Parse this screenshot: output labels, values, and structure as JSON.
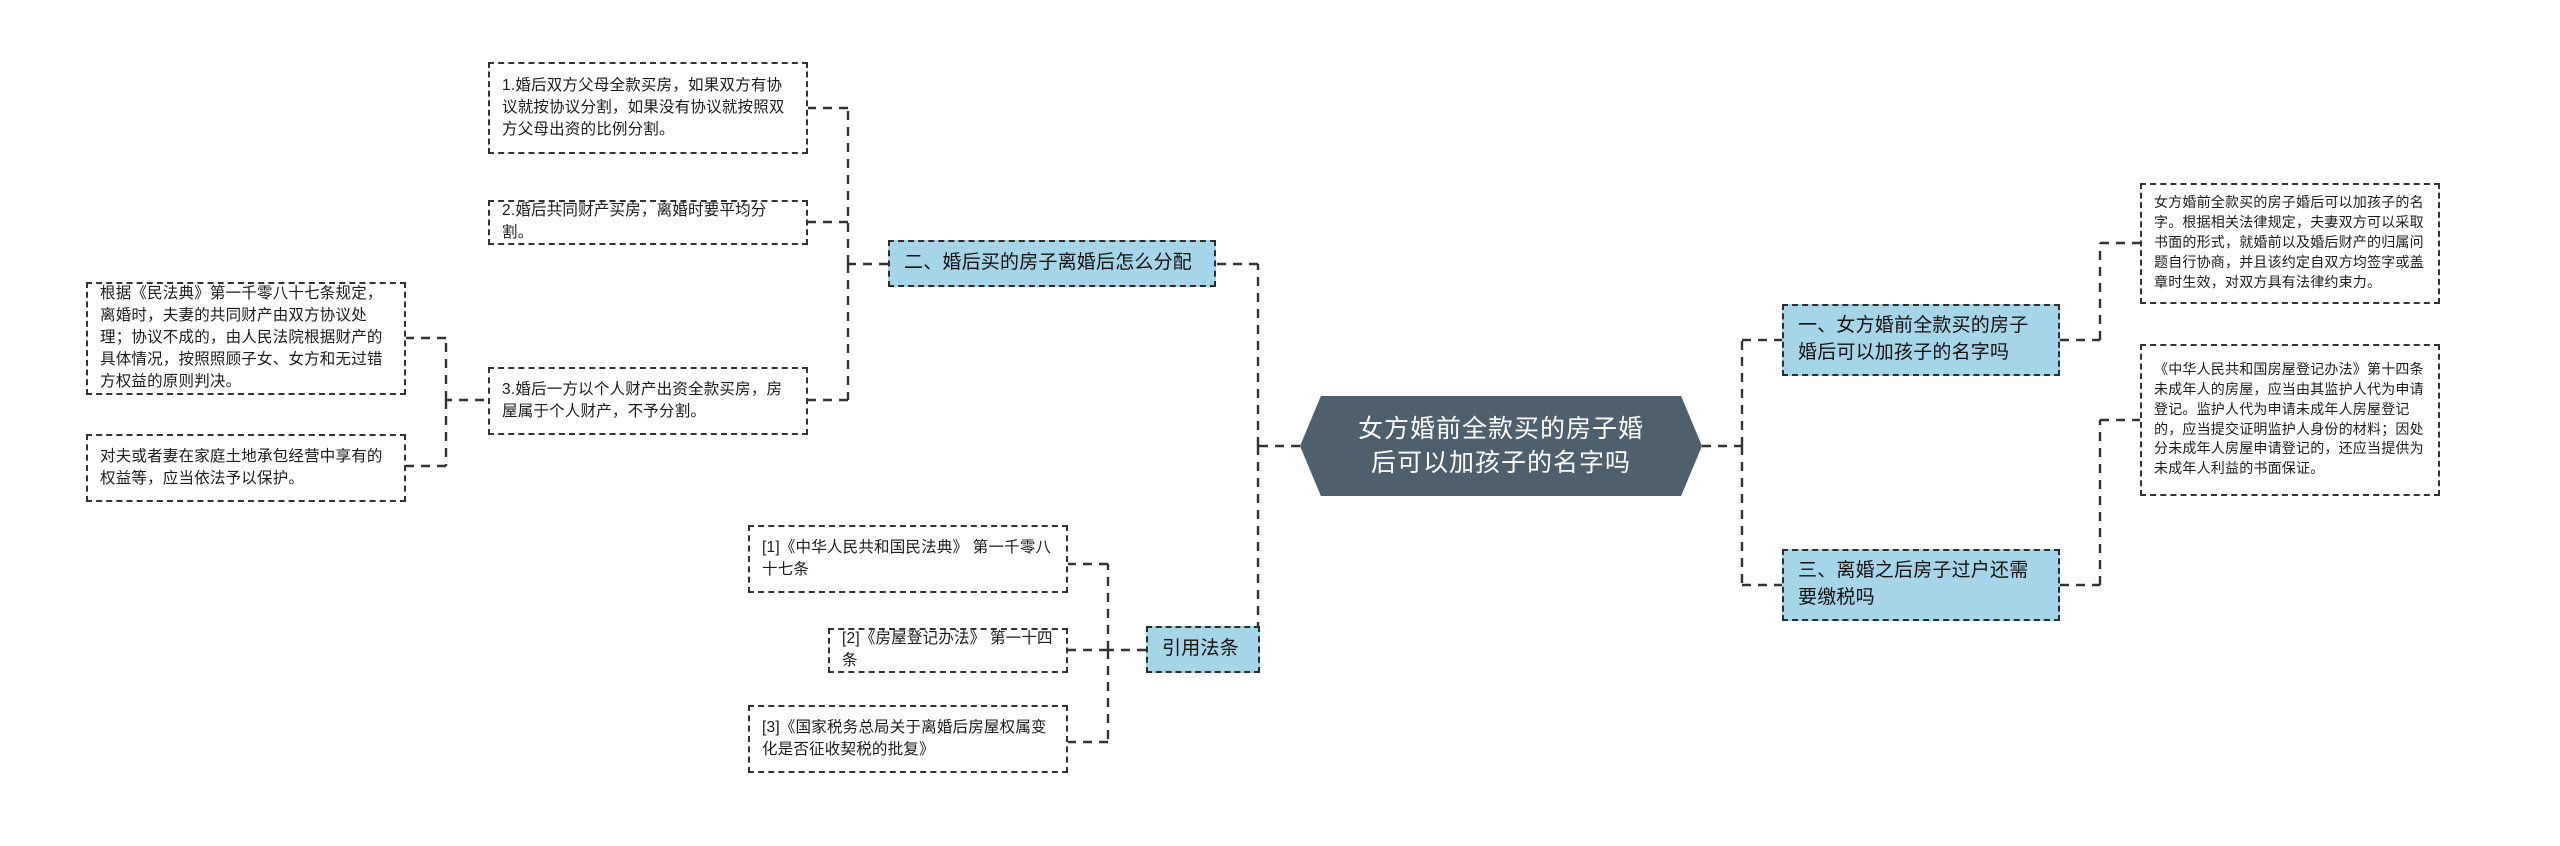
{
  "diagram": {
    "title": "女方婚前全款买的房子婚后可以加孩子的名字吗",
    "type": "mind-map",
    "colors": {
      "root_fill": "#4e5f6e",
      "root_text": "#ffffff",
      "topic_fill": "#a6d4e8",
      "leaf_fill": "#ffffff",
      "border": "#333333",
      "connector": "#333333",
      "background": "#ffffff"
    }
  },
  "root": {
    "label": "女方婚前全款买的房子婚\n后可以加孩子的名字吗"
  },
  "right_branch": {
    "topics": [
      {
        "label": "一、女方婚前全款买的房子婚后可以加孩子的名字吗",
        "details": [
          {
            "text": "女方婚前全款买的房子婚后可以加孩子的名字。根据相关法律规定，夫妻双方可以采取书面的形式，就婚前以及婚后财产的归属问题自行协商，并且该约定自双方均签字或盖章时生效，对双方具有法律约束力。"
          }
        ]
      },
      {
        "label": "三、离婚之后房子过户还需要缴税吗",
        "details": [
          {
            "text": "《中华人民共和国房屋登记办法》第十四条未成年人的房屋，应当由其监护人代为申请登记。监护人代为申请未成年人房屋登记的，应当提交证明监护人身份的材料；因处分未成年人房屋申请登记的，还应当提供为未成年人利益的书面保证。"
          }
        ]
      }
    ]
  },
  "left_branch": {
    "topics": [
      {
        "label": "二、婚后买的房子离婚后怎么分配",
        "details": [
          {
            "text": "1.婚后双方父母全款买房，如果双方有协议就按协议分割，如果没有协议就按照双方父母出资的比例分割。"
          },
          {
            "text": "2.婚后共同财产买房，离婚时要平均分割。"
          },
          {
            "text": "3.婚后一方以个人财产出资全款买房，房屋属于个人财产，不予分割。"
          }
        ]
      },
      {
        "label": "引用法条",
        "details": [
          {
            "text": "[1]《中华人民共和国民法典》 第一千零八十七条"
          },
          {
            "text": "[2]《房屋登记办法》 第一十四条"
          },
          {
            "text": "[3]《国家税务总局关于离婚后房屋权属变化是否征收契税的批复》"
          }
        ]
      }
    ]
  },
  "far_left": {
    "notes": [
      {
        "text": "根据《民法典》第一千零八十七条规定，离婚时，夫妻的共同财产由双方协议处理；协议不成的，由人民法院根据财产的具体情况，按照照顾子女、女方和无过错方权益的原则判决。"
      },
      {
        "text": "对夫或者妻在家庭土地承包经营中享有的权益等，应当依法予以保护。"
      }
    ]
  }
}
